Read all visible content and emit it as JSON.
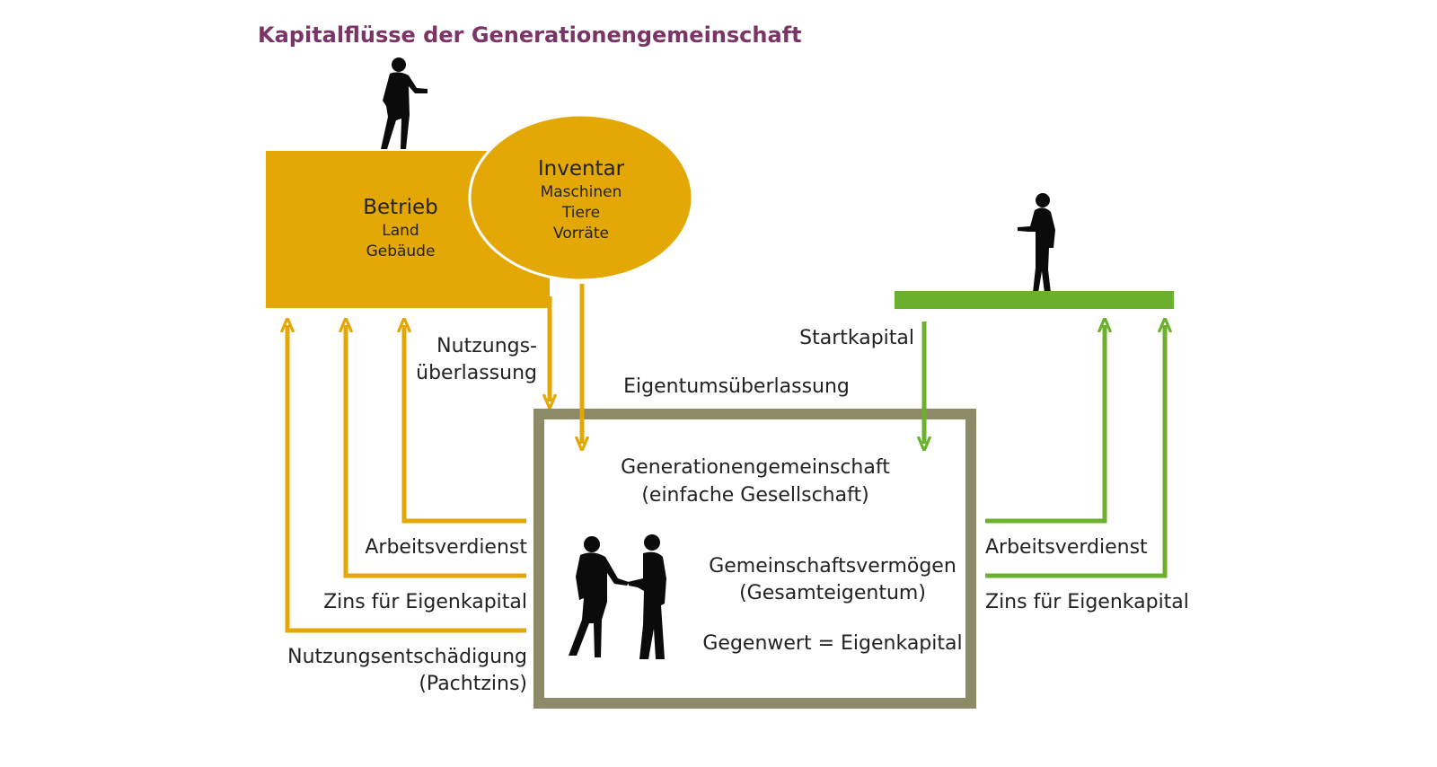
{
  "title": "Kapitalflüsse der Generationengemeinschaft",
  "colors": {
    "title": "#7a3566",
    "farm": "#e3a706",
    "green": "#6bb12e",
    "box_border": "#8c8a67",
    "text": "#222222",
    "silhouette": "#0b0b0b"
  },
  "betrieb": {
    "heading": "Betrieb",
    "line1": "Land",
    "line2": "Gebäude"
  },
  "inventar": {
    "heading": "Inventar",
    "line1": "Maschinen",
    "line2": "Tiere",
    "line3": "Vorräte"
  },
  "labels": {
    "nutzungs_1": "Nutzungs-",
    "nutzungs_2": "überlassung",
    "eigentum": "Eigentumsüberlassung",
    "startkapital": "Startkapital",
    "arbeit_left": "Arbeitsverdienst",
    "zins_left": "Zins für Eigenkapital",
    "entsch_1": "Nutzungsentschädigung",
    "entsch_2": "(Pachtzins)",
    "arbeit_right": "Arbeitsverdienst",
    "zins_right": "Zins für Eigenkapital"
  },
  "center": {
    "line1": "Generationengemeinschaft",
    "line2": "(einfache Gesellschaft)",
    "vermoegen1": "Gemeinschaftsvermögen",
    "vermoegen2": "(Gesamteigentum)",
    "gegenwert": "Gegenwert = Eigenkapital"
  },
  "icons": [
    "walking-person-icon",
    "standing-person-icon",
    "handshake-icon"
  ]
}
